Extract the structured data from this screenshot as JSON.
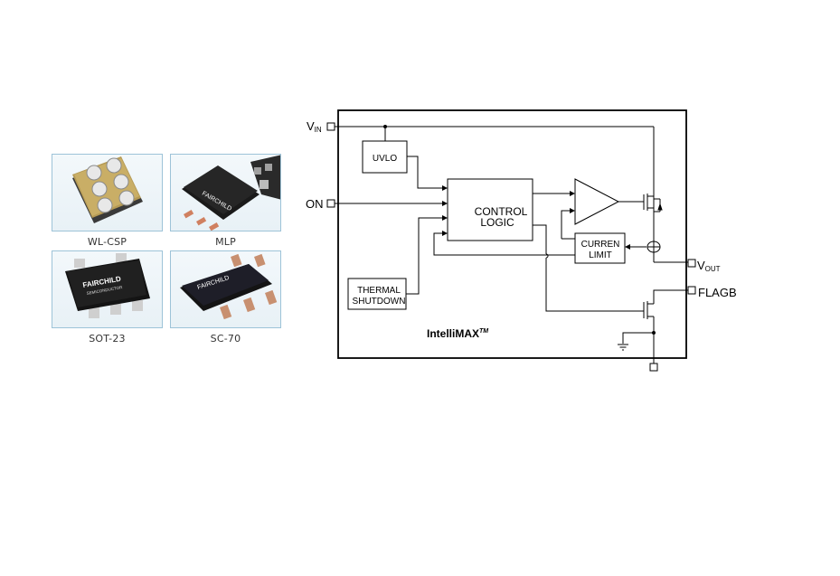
{
  "packages": [
    {
      "caption": "WL-CSP",
      "icon": "wlcsp-chip-icon"
    },
    {
      "caption": "MLP",
      "icon": "mlp-chip-icon"
    },
    {
      "caption": "SOT-23",
      "icon": "sot23-chip-icon"
    },
    {
      "caption": "SC-70",
      "icon": "sc70-chip-icon"
    }
  ],
  "chip_markings": {
    "mlp": "FAIRCHILD",
    "sot23_top": "FAIRCHILD",
    "sot23_bottom": "SEMICONDUCTOR",
    "sc70": "FAIRCHILD"
  },
  "diagram": {
    "pins": {
      "vin_main": "V",
      "vin_sub": "IN",
      "on": "ON",
      "vout_main": "V",
      "vout_sub": "OUT",
      "flagb": "FLAGB"
    },
    "blocks": {
      "uvlo": "UVLO",
      "control_line1": "CONTROL",
      "control_line2": "LOGIC",
      "current_line1": "CURREN",
      "current_line2": "LIMIT",
      "thermal_line1": "THERMAL",
      "thermal_line2": "SHUTDOWN"
    },
    "brand": "IntelliMAX",
    "brand_tm": "TM"
  }
}
